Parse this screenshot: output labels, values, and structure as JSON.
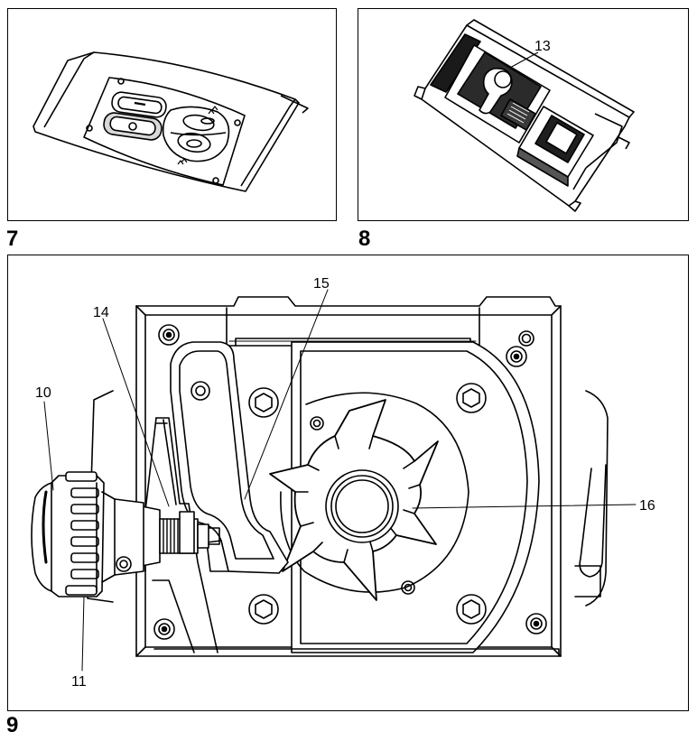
{
  "figures": [
    {
      "number": "7"
    },
    {
      "number": "8",
      "callouts": [
        "13"
      ]
    },
    {
      "number": "9",
      "callouts": [
        "10",
        "11",
        "14",
        "15",
        "16"
      ]
    }
  ]
}
